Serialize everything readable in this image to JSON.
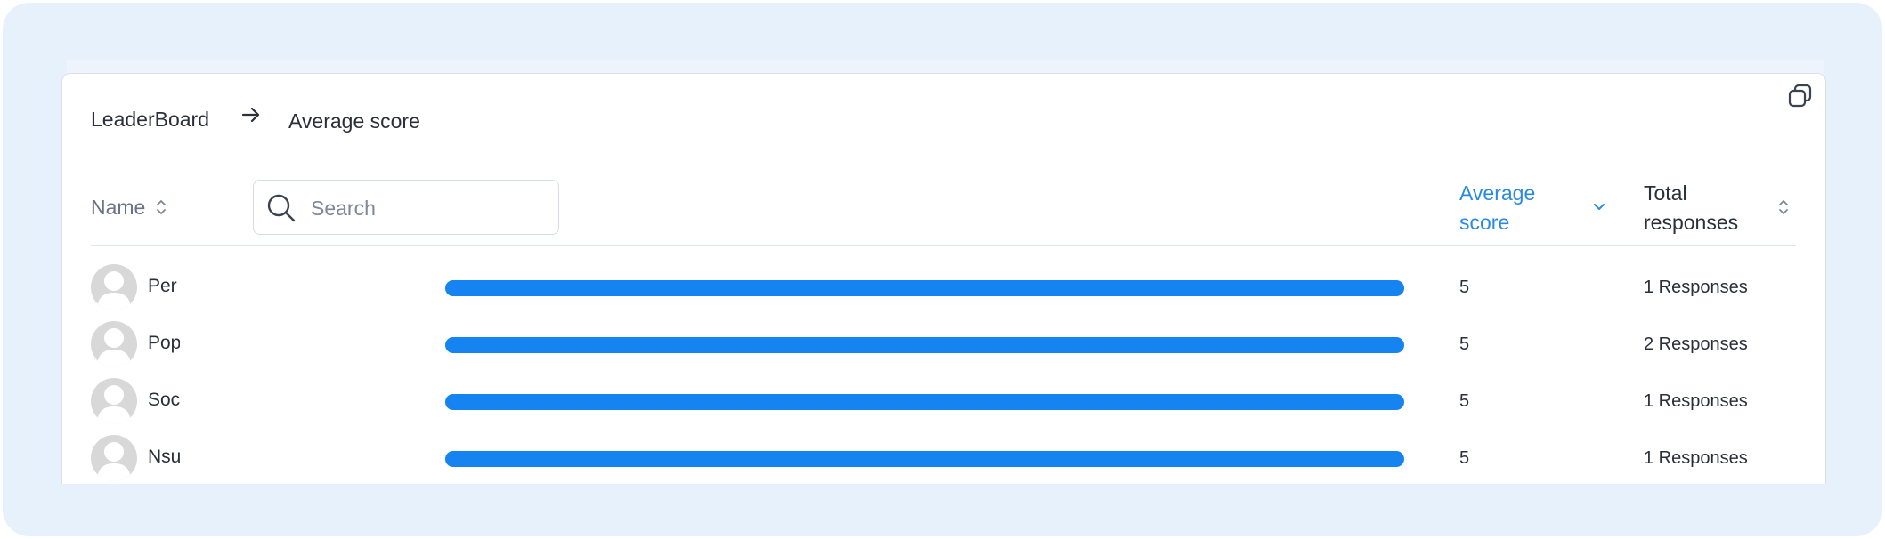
{
  "breadcrumb": {
    "root": "LeaderBoard",
    "current": "Average score"
  },
  "search": {
    "placeholder": "Search",
    "value": ""
  },
  "columns": {
    "name": "Name",
    "average_score": "Average score",
    "total_responses": "Total responses"
  },
  "sort": {
    "active_column": "average_score",
    "direction": "descending"
  },
  "colors": {
    "accent": "#1584f0",
    "accent_text": "#2a8ae0",
    "background": "#e6f1fc"
  },
  "icons": {
    "copy": "copy-icon",
    "search": "search-icon",
    "sort": "sort-icon",
    "chevron": "chevron-down-icon",
    "avatar": "user-avatar-icon"
  },
  "rows": [
    {
      "name": "Per",
      "score": "5",
      "score_fraction": 1.0,
      "responses": "1 Responses"
    },
    {
      "name": "Pop",
      "score": "5",
      "score_fraction": 1.0,
      "responses": "2 Responses"
    },
    {
      "name": "Soc",
      "score": "5",
      "score_fraction": 1.0,
      "responses": "1 Responses"
    },
    {
      "name": "Nsu",
      "score": "5",
      "score_fraction": 1.0,
      "responses": "1 Responses"
    }
  ]
}
